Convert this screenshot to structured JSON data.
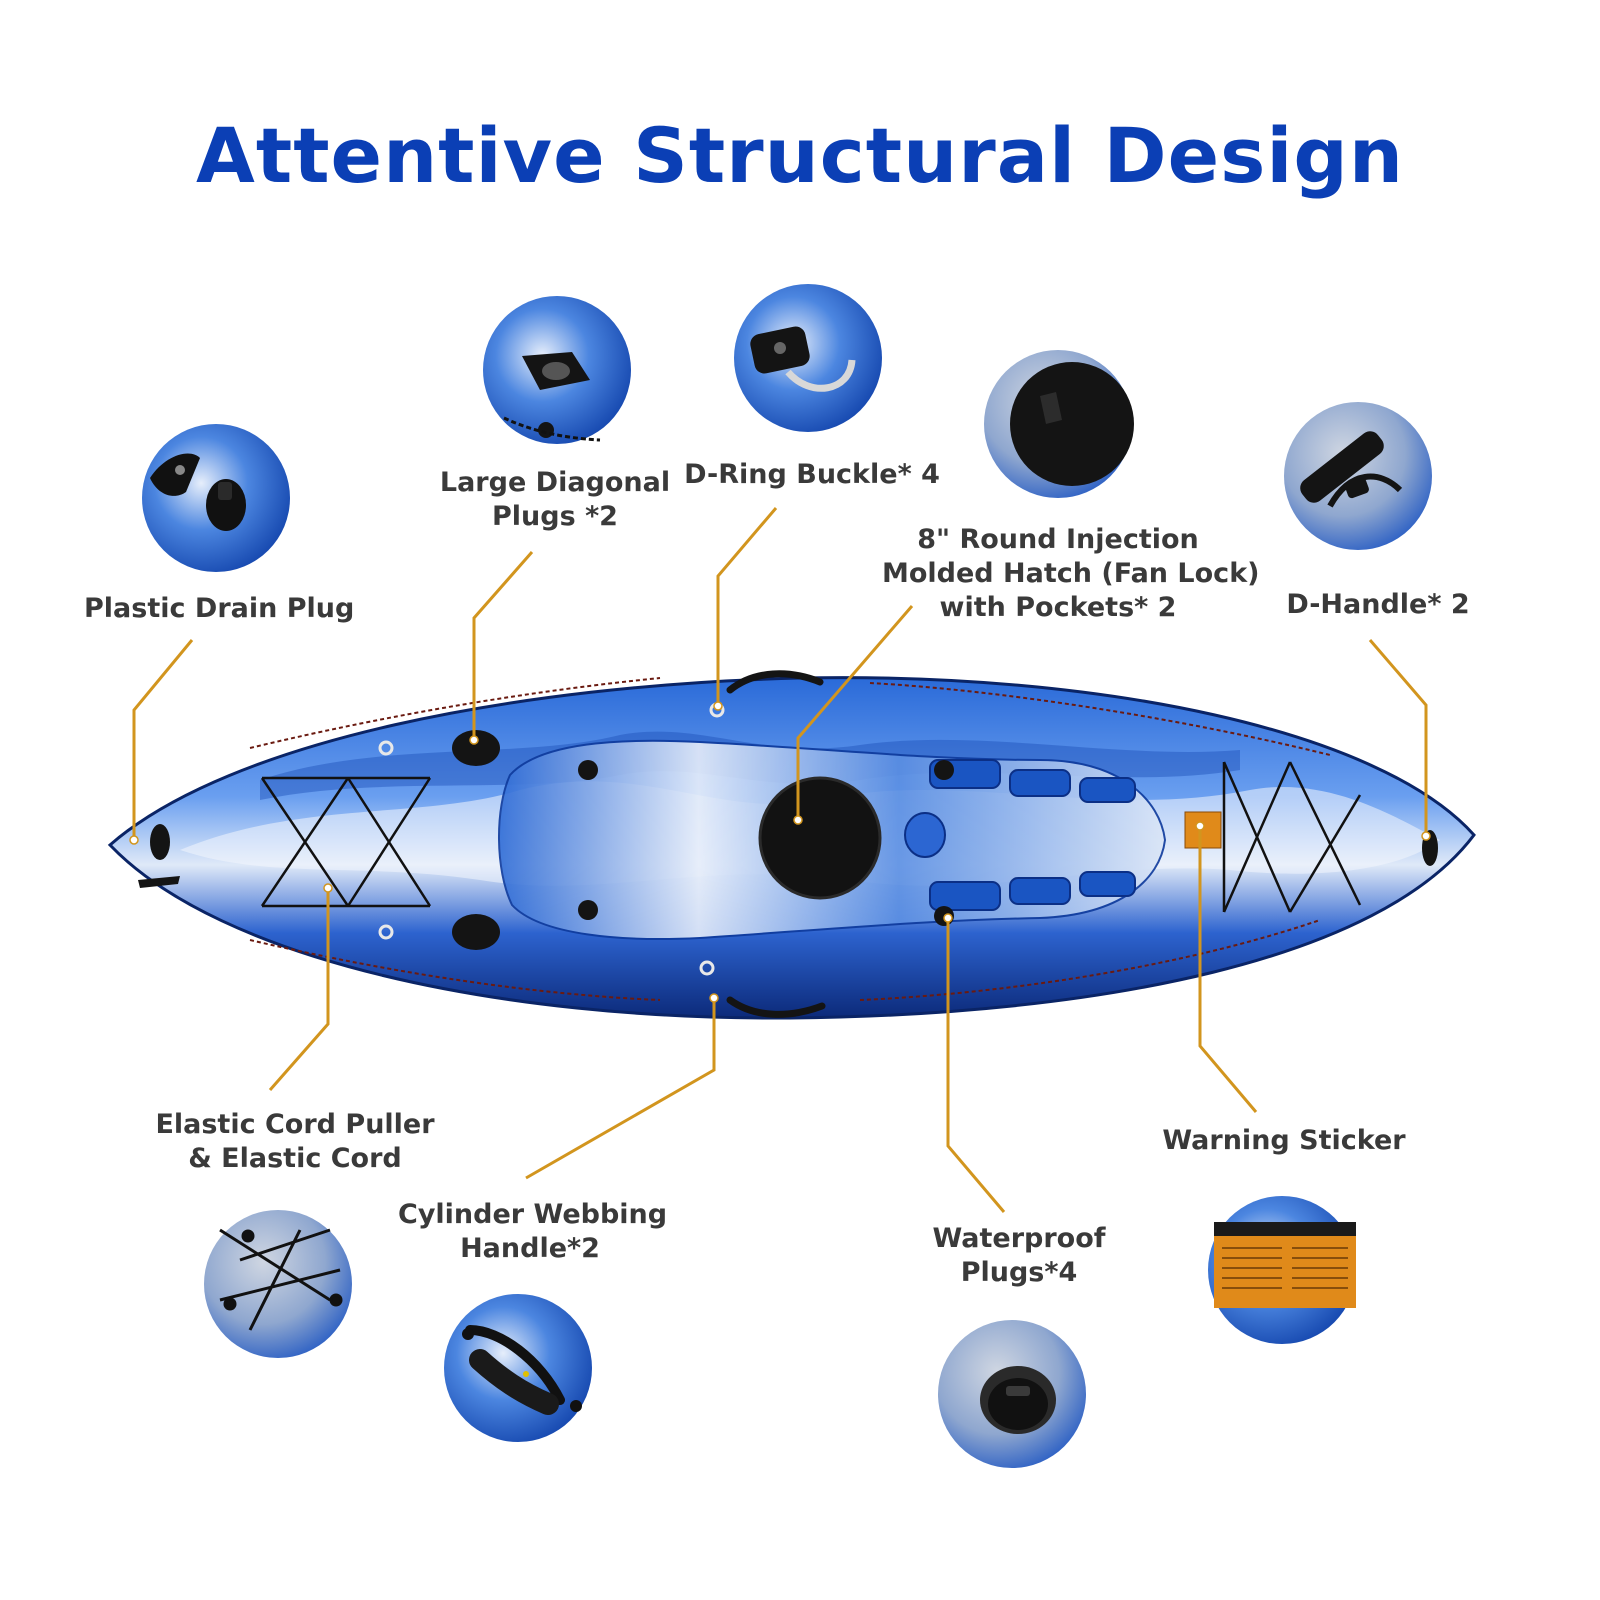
{
  "title": "Attentive Structural Design",
  "colors": {
    "title": "#0b3fb5",
    "label_text": "#3a3a3a",
    "leader_line": "#d2951e",
    "hull_blue": "#1a5fd0",
    "hull_dark": "#0c2f86",
    "fitting_black": "#141414",
    "warning_sticker": "#e08a1a"
  },
  "labels": {
    "drain_plug": "Plastic Drain Plug",
    "diagonal_plugs_1": "Large Diagonal",
    "diagonal_plugs_2": "Plugs *2",
    "d_ring": "D-Ring Buckle* 4",
    "hatch_1": "8\" Round Injection",
    "hatch_2": "Molded Hatch (Fan Lock)",
    "hatch_3": "with Pockets* 2",
    "d_handle": "D-Handle* 2",
    "elastic_cord_1": "Elastic Cord Puller",
    "elastic_cord_2": "& Elastic Cord",
    "webbing_handle_1": "Cylinder Webbing",
    "webbing_handle_2": "Handle*2",
    "waterproof_plugs_1": "Waterproof",
    "waterproof_plugs_2": "Plugs*4",
    "warning_sticker": "Warning Sticker"
  },
  "thumbnails": [
    {
      "id": "drain-plug",
      "icon": "drain-plug-icon"
    },
    {
      "id": "diagonal-plug",
      "icon": "diagonal-plug-icon"
    },
    {
      "id": "d-ring",
      "icon": "d-ring-icon"
    },
    {
      "id": "hatch",
      "icon": "hatch-icon"
    },
    {
      "id": "d-handle",
      "icon": "d-handle-icon"
    },
    {
      "id": "elastic-cord",
      "icon": "elastic-cord-icon"
    },
    {
      "id": "webbing-handle",
      "icon": "webbing-handle-icon"
    },
    {
      "id": "waterproof-plug",
      "icon": "waterproof-plug-icon"
    },
    {
      "id": "warning-sticker",
      "icon": "warning-sticker-icon"
    }
  ]
}
